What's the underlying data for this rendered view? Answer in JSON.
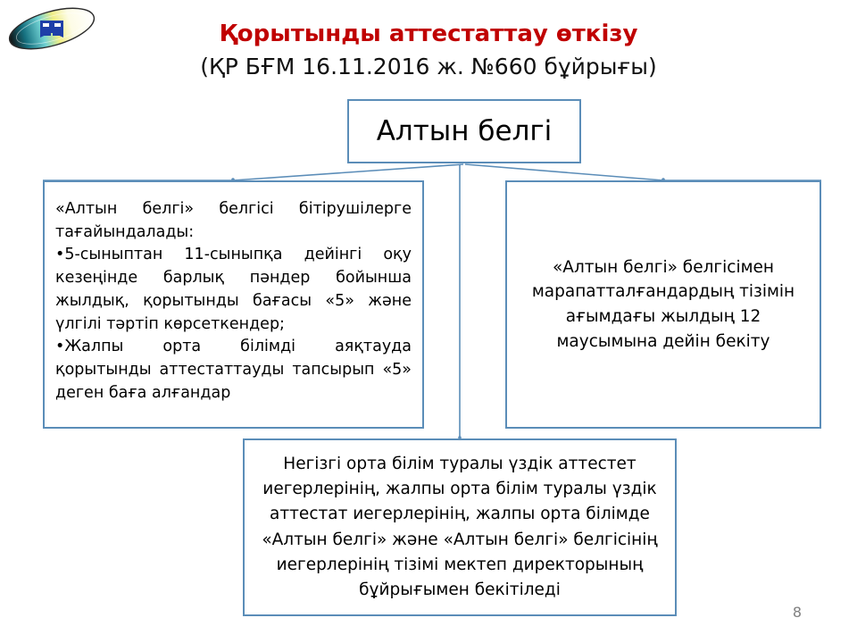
{
  "slide": {
    "title_main": "Қорытынды аттестаттау өткізу",
    "title_sub": "(ҚР БҒМ 16.11.2016 ж. №660 бұйрығы)",
    "title_main_color": "#C00000",
    "title_sub_color": "#111111",
    "page_number": "8",
    "page_number_color": "#808080",
    "box_border_color": "#5B8DB8",
    "connector_color": "#5B8DB8",
    "background_color": "#FFFFFF"
  },
  "logo": {
    "name": "ellipse-book-logo",
    "book_color": "#1F3FA8",
    "ring_color": "#1A1A1A",
    "gradient_colors": [
      "#111111",
      "#1A7A8C",
      "#7FD4D4",
      "#F2F07A",
      "#FFFFFF"
    ]
  },
  "boxes": {
    "top": {
      "label": "Алтын белгі"
    },
    "left": {
      "lines": [
        "«Алтын белгі» белгісі бітірушілерге",
        "тағайындалады:",
        "•5-сыныптан 11-сыныпқа дейінгі оқу",
        "кезеңінде барлық пәндер бойынша",
        "жылдық, қорытынды бағасы «5» және",
        "үлгілі тәртіп көрсеткендер;",
        "•Жалпы орта білімді аяқтауда",
        "қорытынды аттестаттауды тапсырып «5»",
        "деген баға алғандар"
      ]
    },
    "right": {
      "lines": [
        "«Алтын белгі» белгісімен",
        "марапатталғандардың тізімін",
        "ағымдағы жылдың 12",
        "маусымына дейін бекіту"
      ]
    },
    "bottom": {
      "lines": [
        "Негізгі орта білім туралы үздік аттестет",
        "иегерлерінің, жалпы орта білім туралы үздік",
        "аттестат иегерлерінің, жалпы орта білімде",
        "«Алтын белгі» және «Алтын белгі» белгісінің",
        "иегерлерінің тізімі мектеп директорының",
        "бұйрығымен бекітіледі"
      ]
    }
  }
}
